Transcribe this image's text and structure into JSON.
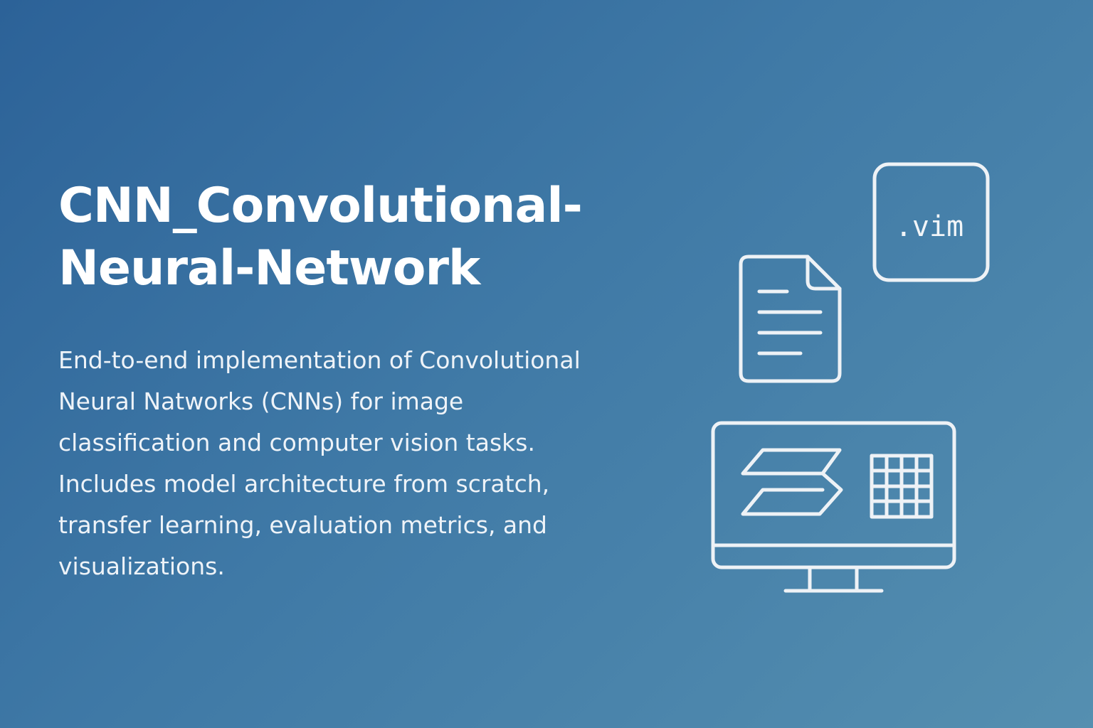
{
  "header": {
    "title_line1": "CNN_Convolutional-",
    "title_line2": "Neural-Network"
  },
  "description": {
    "lines": [
      "End-to-end implementation of Convolutional",
      "Neural Natworks (CNNs) for image",
      "classification and computer vision tasks.",
      "Includes model architecture from scratch,",
      "transfer learning, evaluation metrics, and",
      "visualizations."
    ]
  },
  "illustration": {
    "file_badge_label": ".vim",
    "icons": [
      "vim-file-icon",
      "document-icon",
      "monitor-icon",
      "layers-icon",
      "grid-icon"
    ]
  },
  "colors": {
    "background_start": "#2c6298",
    "background_end": "#558fb0",
    "foreground": "#ffffff",
    "icon_stroke": "#eef2f6"
  }
}
